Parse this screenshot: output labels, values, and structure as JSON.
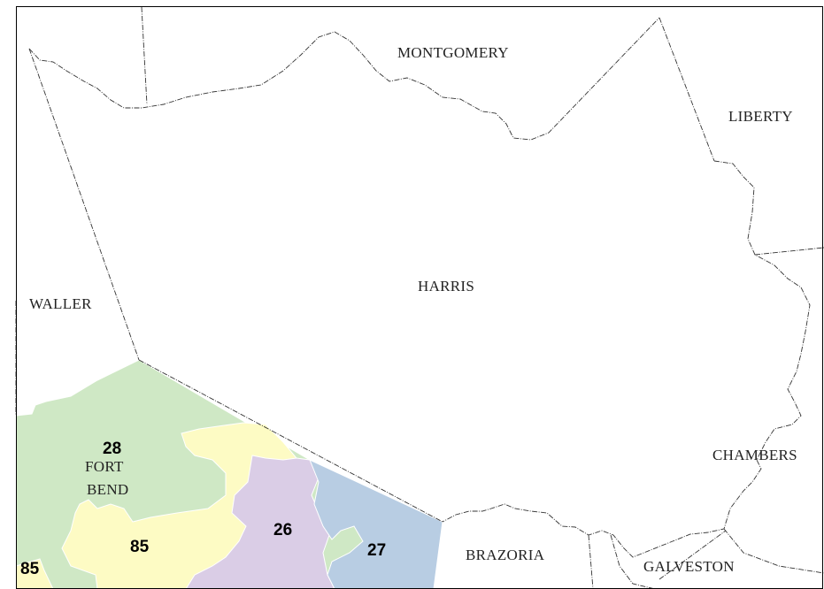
{
  "colors": {
    "frame": "#000000",
    "county_line": "#333333",
    "district_28": "#cfe8c5",
    "district_85": "#fdfbc4",
    "district_26": "#dacde6",
    "district_27": "#b8cde3",
    "background": "#ffffff"
  },
  "counties": {
    "montgomery": "MONTGOMERY",
    "liberty": "LIBERTY",
    "waller": "WALLER",
    "harris": "HARRIS",
    "fort_bend_line1": "FORT",
    "fort_bend_line2": "BEND",
    "chambers": "CHAMBERS",
    "brazoria": "BRAZORIA",
    "galveston": "GALVESTON"
  },
  "districts": {
    "d28": "28",
    "d85_main": "85",
    "d85_west": "85",
    "d26": "26",
    "d27": "27"
  }
}
